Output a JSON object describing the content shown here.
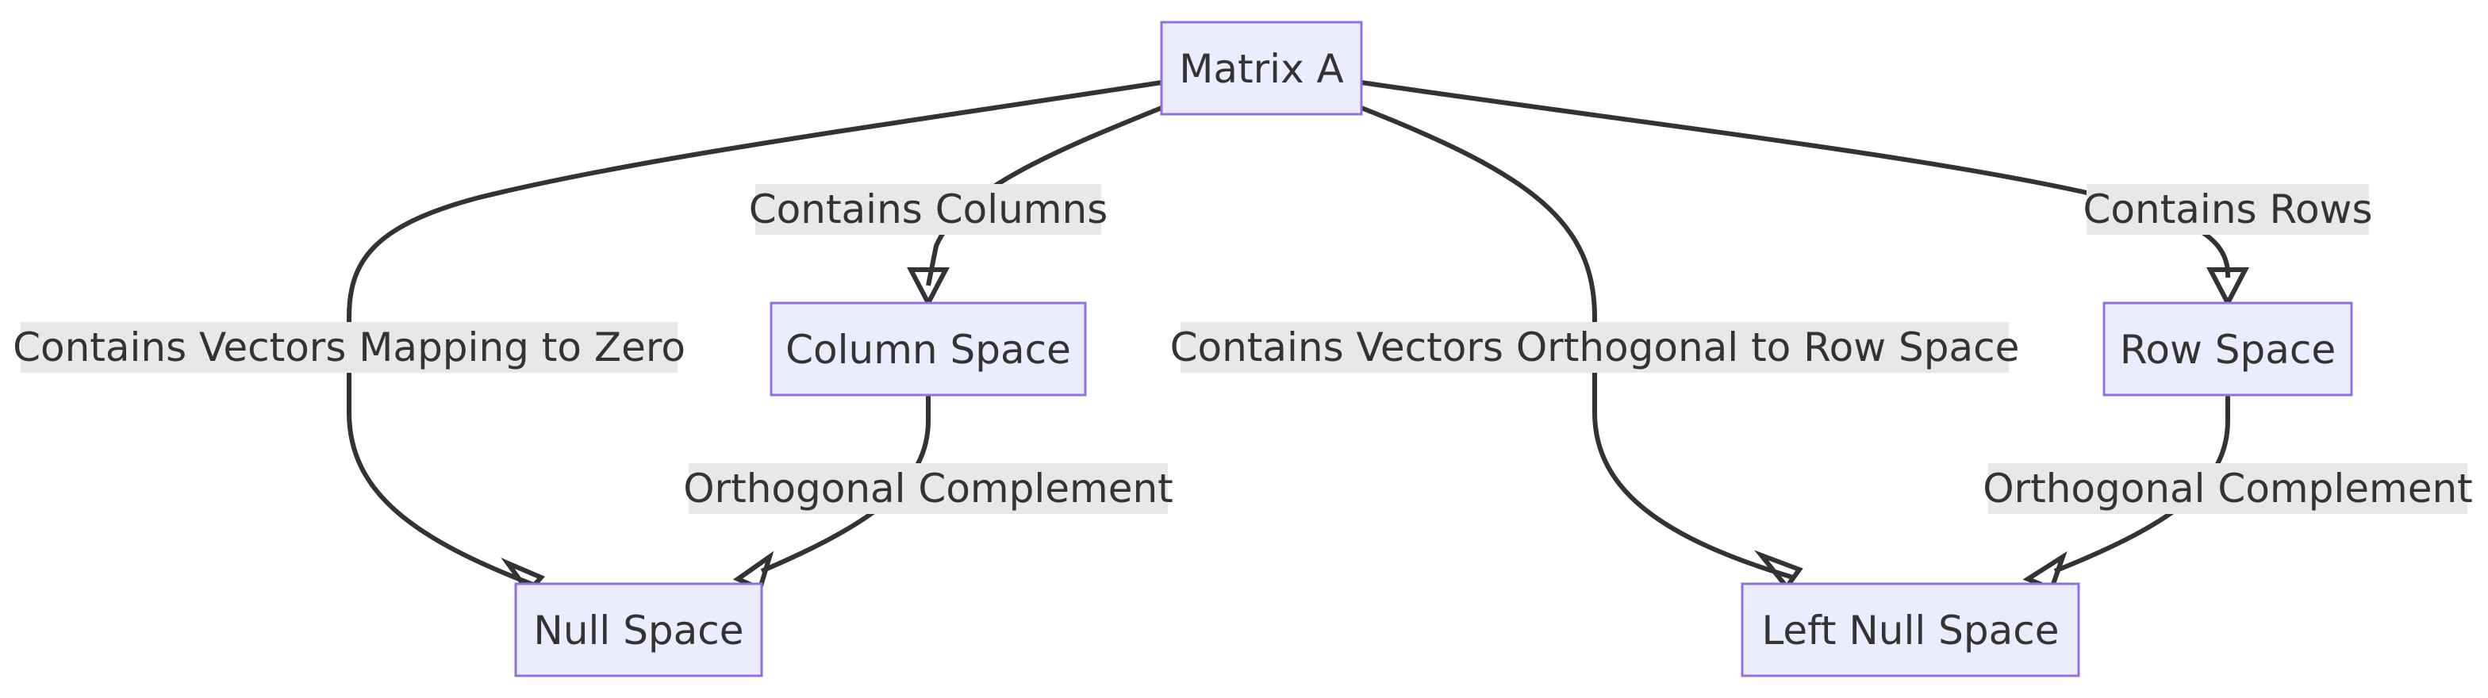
{
  "nodes": {
    "matrix_a": "Matrix A",
    "column_space": "Column Space",
    "row_space": "Row Space",
    "null_space": "Null Space",
    "left_null_space": "Left Null Space"
  },
  "edges": {
    "a_to_column": "Contains Columns",
    "a_to_row": "Contains Rows",
    "a_to_null": "Contains Vectors Mapping to Zero",
    "a_to_left_null": "Contains Vectors Orthogonal to Row Space",
    "column_to_null": "Orthogonal Complement",
    "row_to_left_null": "Orthogonal Complement"
  },
  "colors": {
    "node_fill": "#ECECFF",
    "node_stroke": "#9370DB",
    "edge": "#333333",
    "label_background": "#e8e8e8",
    "text": "#333333"
  }
}
